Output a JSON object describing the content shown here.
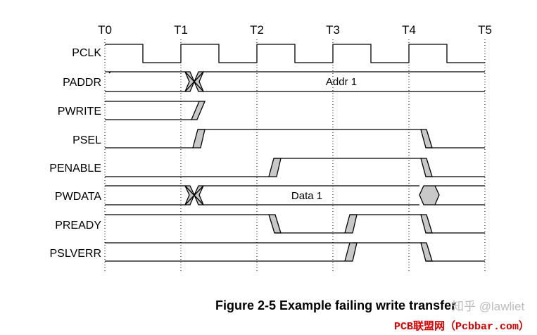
{
  "time_markers": [
    "T0",
    "T1",
    "T2",
    "T3",
    "T4",
    "T5"
  ],
  "signals": [
    {
      "id": "pclk",
      "label": "PCLK"
    },
    {
      "id": "paddr",
      "label": "PADDR"
    },
    {
      "id": "pwrite",
      "label": "PWRITE"
    },
    {
      "id": "psel",
      "label": "PSEL"
    },
    {
      "id": "penable",
      "label": "PENABLE"
    },
    {
      "id": "pwdata",
      "label": "PWDATA"
    },
    {
      "id": "pready",
      "label": "PREADY"
    },
    {
      "id": "pslverr",
      "label": "PSLVERR"
    }
  ],
  "bus_values": {
    "paddr": "Addr 1",
    "pwdata": "Data 1"
  },
  "caption": "Figure 2-5 Example failing write transfer",
  "watermark": "知乎 @lawliet",
  "footer_credit": "PCB联盟网（Pcbbar.com）",
  "colors": {
    "line": "#000000",
    "transition_fill": "#c8c8c8",
    "grid": "#000000",
    "credit": "#e00000"
  }
}
